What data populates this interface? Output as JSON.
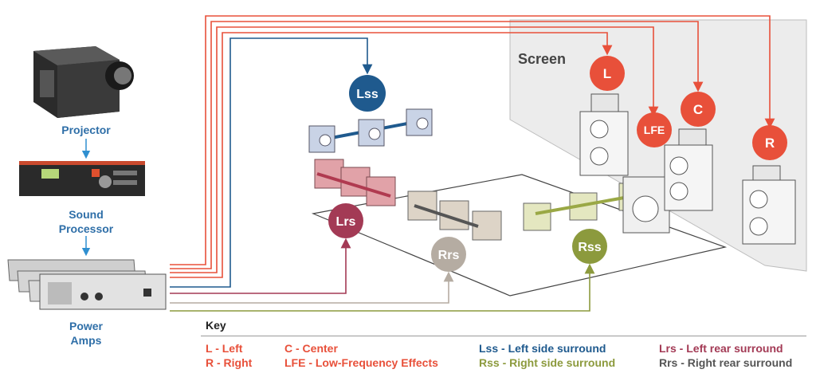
{
  "devices": {
    "projector": "Projector",
    "sound_processor_1": "Sound",
    "sound_processor_2": "Processor",
    "power_amps_1": "Power",
    "power_amps_2": "Amps"
  },
  "screen_label": "Screen",
  "channels": {
    "L": "L",
    "LFE": "LFE",
    "C": "C",
    "R": "R",
    "Lss": "Lss",
    "Lrs": "Lrs",
    "Rrs": "Rrs",
    "Rss": "Rss"
  },
  "key": {
    "title": "Key",
    "l": "L - Left",
    "r": "R - Right",
    "c": "C - Center",
    "lfe": "LFE - Low-Frequency Effects",
    "lss": "Lss - Left side surround",
    "rss": "Rss - Right side surround",
    "lrs": "Lrs - Left rear surround",
    "rrs": "Rrs - Right rear surround"
  },
  "colors": {
    "front": "#e8503a",
    "lss": "#1f5a8e",
    "lrs": "#a33a55",
    "rrs": "#b5aca2",
    "rss": "#8c9a3d",
    "device_label": "#2f6fa8"
  }
}
